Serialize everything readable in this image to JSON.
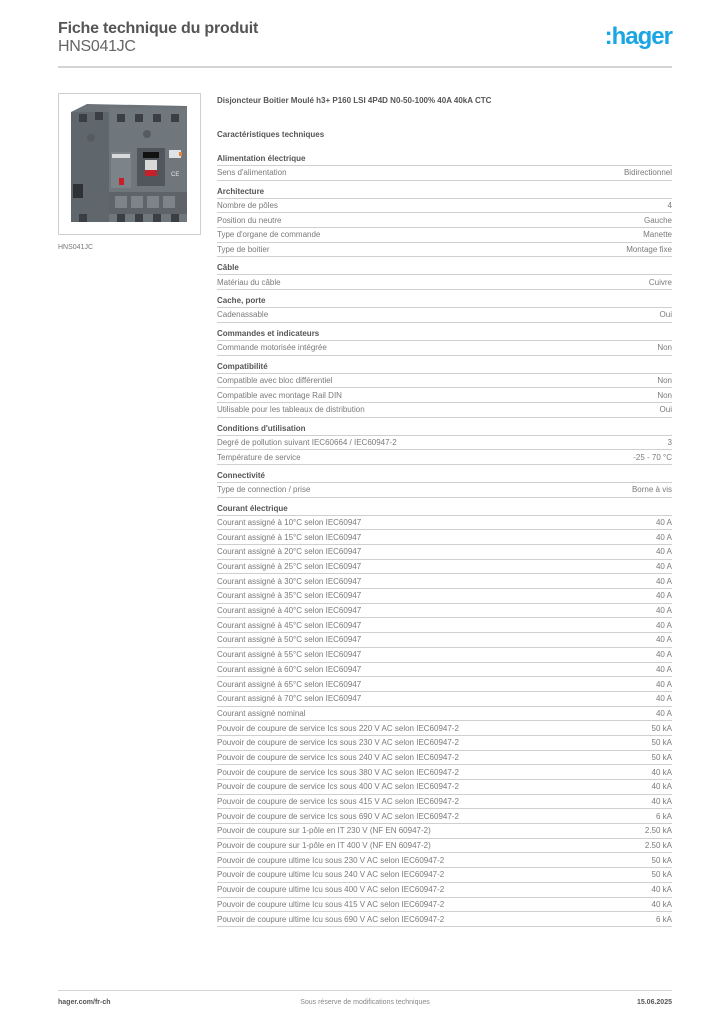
{
  "header": {
    "title": "Fiche technique du produit",
    "product_code": "HNS041JC",
    "logo_text": ":hager",
    "logo_color": "#1aa6e4"
  },
  "product": {
    "image_alt": "Disjoncteur boîtier moulé",
    "image_caption": "HNS041JC",
    "description": "Disjoncteur Boitier Moulé h3+ P160 LSI 4P4D N0-50-100% 40A 40kA CTC"
  },
  "characteristics_title": "Caractéristiques techniques",
  "sections": [
    {
      "title": "Alimentation électrique",
      "rows": [
        {
          "label": "Sens d'alimentation",
          "value": "Bidirectionnel"
        }
      ]
    },
    {
      "title": "Architecture",
      "rows": [
        {
          "label": "Nombre de pôles",
          "value": "4"
        },
        {
          "label": "Position du neutre",
          "value": "Gauche"
        },
        {
          "label": "Type d'organe de commande",
          "value": "Manette"
        },
        {
          "label": "Type de boitier",
          "value": "Montage fixe"
        }
      ]
    },
    {
      "title": "Câble",
      "rows": [
        {
          "label": "Matériau du câble",
          "value": "Cuivre"
        }
      ]
    },
    {
      "title": "Cache, porte",
      "rows": [
        {
          "label": "Cadenassable",
          "value": "Oui"
        }
      ]
    },
    {
      "title": "Commandes et indicateurs",
      "rows": [
        {
          "label": "Commande motorisée intégrée",
          "value": "Non"
        }
      ]
    },
    {
      "title": "Compatibilité",
      "rows": [
        {
          "label": "Compatible avec bloc différentiel",
          "value": "Non"
        },
        {
          "label": "Compatible avec montage Rail DIN",
          "value": "Non"
        },
        {
          "label": "Utilisable pour les tableaux de distribution",
          "value": "Oui"
        }
      ]
    },
    {
      "title": "Conditions d'utilisation",
      "rows": [
        {
          "label": "Degré de pollution suivant IEC60664 / IEC60947-2",
          "value": "3"
        },
        {
          "label": "Température de service",
          "value": "-25 - 70 °C"
        }
      ]
    },
    {
      "title": "Connectivité",
      "rows": [
        {
          "label": "Type de connection / prise",
          "value": "Borne à vis"
        }
      ]
    },
    {
      "title": "Courant électrique",
      "rows": [
        {
          "label": "Courant assigné à 10°C selon IEC60947",
          "value": "40 A"
        },
        {
          "label": "Courant assigné à 15°C selon IEC60947",
          "value": "40 A"
        },
        {
          "label": "Courant assigné à 20°C selon IEC60947",
          "value": "40 A"
        },
        {
          "label": "Courant assigné à 25°C selon IEC60947",
          "value": "40 A"
        },
        {
          "label": "Courant assigné à 30°C selon IEC60947",
          "value": "40 A"
        },
        {
          "label": "Courant assigné à 35°C selon IEC60947",
          "value": "40 A"
        },
        {
          "label": "Courant assigné à 40°C selon IEC60947",
          "value": "40 A"
        },
        {
          "label": "Courant assigné à 45°C selon IEC60947",
          "value": "40 A"
        },
        {
          "label": "Courant assigné à 50°C selon IEC60947",
          "value": "40 A"
        },
        {
          "label": "Courant assigné à 55°C selon IEC60947",
          "value": "40 A"
        },
        {
          "label": "Courant assigné à 60°C selon IEC60947",
          "value": "40 A"
        },
        {
          "label": "Courant assigné à 65°C selon IEC60947",
          "value": "40 A"
        },
        {
          "label": "Courant assigné à 70°C selon IEC60947",
          "value": "40 A"
        },
        {
          "label": "Courant assigné nominal",
          "value": "40 A"
        },
        {
          "label": "Pouvoir de coupure de service Ics sous 220 V AC selon IEC60947-2",
          "value": "50 kA"
        },
        {
          "label": "Pouvoir de coupure de service Ics sous 230 V AC selon IEC60947-2",
          "value": "50 kA"
        },
        {
          "label": "Pouvoir de coupure de service Ics sous 240 V AC selon IEC60947-2",
          "value": "50 kA"
        },
        {
          "label": "Pouvoir de coupure de service Ics sous 380 V AC selon IEC60947-2",
          "value": "40 kA"
        },
        {
          "label": "Pouvoir de coupure de service Ics sous 400 V AC selon IEC60947-2",
          "value": "40 kA"
        },
        {
          "label": "Pouvoir de coupure de service Ics sous 415 V AC selon IEC60947-2",
          "value": "40 kA"
        },
        {
          "label": "Pouvoir de coupure de service Ics sous 690 V AC selon IEC60947-2",
          "value": "6 kA"
        },
        {
          "label": "Pouvoir de coupure sur 1-pôle en IT 230 V (NF EN 60947-2)",
          "value": "2.50 kA"
        },
        {
          "label": "Pouvoir de coupure sur 1-pôle en IT 400 V (NF EN 60947-2)",
          "value": "2.50 kA"
        },
        {
          "label": "Pouvoir de coupure ultime Icu sous 230 V AC selon IEC60947-2",
          "value": "50 kA"
        },
        {
          "label": "Pouvoir de coupure ultime Icu sous 240 V AC selon IEC60947-2",
          "value": "50 kA"
        },
        {
          "label": "Pouvoir de coupure ultime Icu sous 400 V AC selon IEC60947-2",
          "value": "40 kA"
        },
        {
          "label": "Pouvoir de coupure ultime Icu sous 415 V AC selon IEC60947-2",
          "value": "40 kA"
        },
        {
          "label": "Pouvoir de coupure ultime Icu sous 690 V AC selon IEC60947-2",
          "value": "6 kA"
        }
      ]
    }
  ],
  "footer": {
    "website": "hager.com/fr-ch",
    "disclaimer": "Sous réserve de modifications techniques",
    "date": "15.06.2025"
  }
}
